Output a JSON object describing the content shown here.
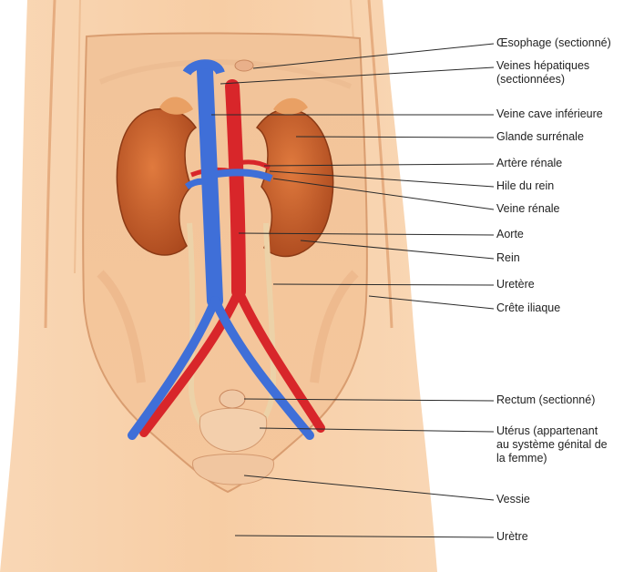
{
  "figure": {
    "colors": {
      "skin": "#f6c79c",
      "skin_light": "#fbe1c6",
      "cavity": "#f3b98c",
      "kidney": "#c8602c",
      "artery": "#d8262a",
      "vein": "#3f6fd8",
      "ureter": "#f0d6ae",
      "leader": "#2a2a2a"
    },
    "labels": [
      {
        "id": "oesophage",
        "lines": [
          "Œsophage (sectionné)"
        ]
      },
      {
        "id": "veines-hepatiques",
        "lines": [
          "Veines hépatiques",
          "(sectionnées)"
        ]
      },
      {
        "id": "veine-cave",
        "lines": [
          "Veine cave inférieure"
        ]
      },
      {
        "id": "glande-surrenale",
        "lines": [
          "Glande surrénale"
        ]
      },
      {
        "id": "artere-renale",
        "lines": [
          "Artère rénale"
        ]
      },
      {
        "id": "hile",
        "lines": [
          "Hile du rein"
        ]
      },
      {
        "id": "veine-renale",
        "lines": [
          "Veine rénale"
        ]
      },
      {
        "id": "aorte",
        "lines": [
          "Aorte"
        ]
      },
      {
        "id": "rein",
        "lines": [
          "Rein"
        ]
      },
      {
        "id": "uretere",
        "lines": [
          "Uretère"
        ]
      },
      {
        "id": "crete-iliaque",
        "lines": [
          "Crête iliaque"
        ]
      },
      {
        "id": "rectum",
        "lines": [
          "Rectum (sectionné)"
        ]
      },
      {
        "id": "uterus",
        "lines": [
          "Utérus (appartenant",
          "au système génital de",
          "la femme)"
        ]
      },
      {
        "id": "vessie",
        "lines": [
          "Vessie"
        ]
      },
      {
        "id": "uretre",
        "lines": [
          "Urètre"
        ]
      }
    ]
  }
}
